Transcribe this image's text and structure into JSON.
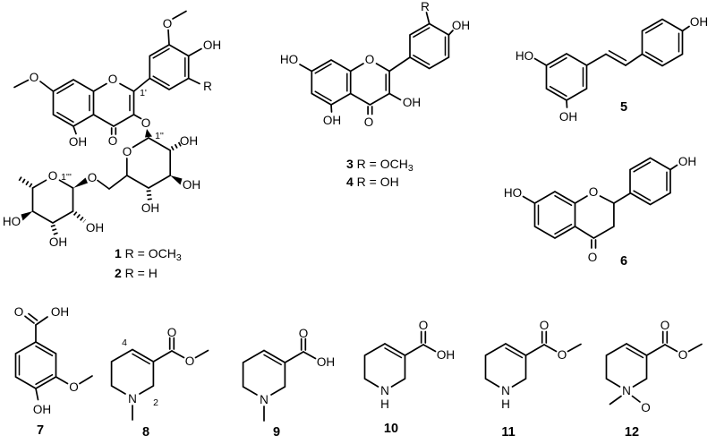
{
  "figure": {
    "background": "#ffffff",
    "line_color": "#000000"
  },
  "compound_1_2": {
    "labels": {
      "b_methoxy_o": "O",
      "b_hydroxyl": "OH",
      "b_r_group": "R",
      "locant_1_prime": "1'",
      "pyran_o": "O",
      "a_methoxy_o": "O",
      "a_hydroxyl_5": "OH",
      "ketone_o": "O",
      "glycosidic_o": "O",
      "locant_1_doubleprime": "1''",
      "glc_ring_o": "O",
      "glc_oh_2": "OH",
      "glc_oh_3": "OH",
      "glc_oh_4": "OH",
      "link_o": "O",
      "locant_1_tripleprime": "1'''",
      "rha_ring_o": "O",
      "rha_ho_4": "HO",
      "rha_oh_3": "OH",
      "rha_oh_2": "OH"
    },
    "caption": [
      {
        "num": "1",
        "rest": " R = OCH",
        "sub": "3"
      },
      {
        "num": "2",
        "rest": " R = H",
        "sub": ""
      }
    ]
  },
  "compound_3_4": {
    "labels": {
      "ho_7": "HO",
      "oh_5": "OH",
      "pyran_o": "O",
      "ketone_o": "O",
      "oh_3": "OH",
      "r_group": "R",
      "oh_4_prime": "OH"
    },
    "caption": [
      {
        "num": "3",
        "rest": " R = OCH",
        "sub": "3"
      },
      {
        "num": "4",
        "rest": " R = OH",
        "sub": ""
      }
    ]
  },
  "compound_5": {
    "labels": {
      "ho_left": "HO",
      "oh_bottom": "OH",
      "oh_right": "OH"
    },
    "number": "5"
  },
  "compound_6": {
    "labels": {
      "ho_7": "HO",
      "pyran_o": "O",
      "ketone_o": "O",
      "oh_4_prime": "OH"
    },
    "number": "6"
  },
  "compound_7": {
    "labels": {
      "acid_o": "O",
      "acid_oh": "OH",
      "methoxy_o": "O",
      "phenol_oh": "OH"
    },
    "number": "7"
  },
  "compound_8": {
    "labels": {
      "locant_4": "4",
      "ester_carbonyl_o": "O",
      "ester_o": "O",
      "ring_n": "N",
      "locant_2": "2"
    },
    "number": "8"
  },
  "compound_9": {
    "labels": {
      "acid_o": "O",
      "acid_oh": "OH",
      "ring_n": "N"
    },
    "number": "9"
  },
  "compound_10": {
    "labels": {
      "acid_o": "O",
      "acid_oh": "OH",
      "ring_n": "N",
      "nh": "H"
    },
    "number": "10"
  },
  "compound_11": {
    "labels": {
      "ester_carbonyl_o": "O",
      "ester_o": "O",
      "ring_n": "N",
      "nh": "H"
    },
    "number": "11"
  },
  "compound_12": {
    "labels": {
      "ester_carbonyl_o": "O",
      "ester_o": "O",
      "ring_n": "N",
      "n_oxide_o": "O"
    },
    "number": "12"
  }
}
